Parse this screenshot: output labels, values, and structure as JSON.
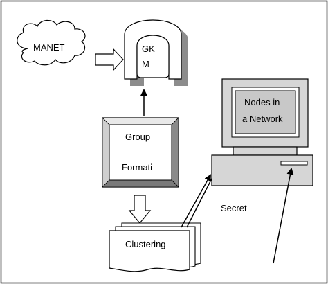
{
  "nodes": {
    "manet": {
      "label": "MANET"
    },
    "gkm": {
      "label_line1": "GK",
      "label_line2": "M"
    },
    "group_formation": {
      "label_line1": "Group",
      "label_line2": "Formati"
    },
    "clustering": {
      "label": "Clustering"
    },
    "computer": {
      "label_line1": "Nodes in",
      "label_line2": "a Network"
    }
  },
  "labels": {
    "secret": "Secret"
  },
  "colors": {
    "line": "#000000",
    "shadow": "#8c8c8c",
    "monitor_fill": "#d6d6d6",
    "screen_fill": "#c8c8c8",
    "frame_outer": "#b0b0b0",
    "frame_inner": "#e9e9e9",
    "background": "#ffffff"
  },
  "icons": [
    "cloud-shape",
    "block-arrow-right",
    "block-arrow-down",
    "arch-shape",
    "beveled-frame",
    "document-stack",
    "desktop-computer"
  ]
}
